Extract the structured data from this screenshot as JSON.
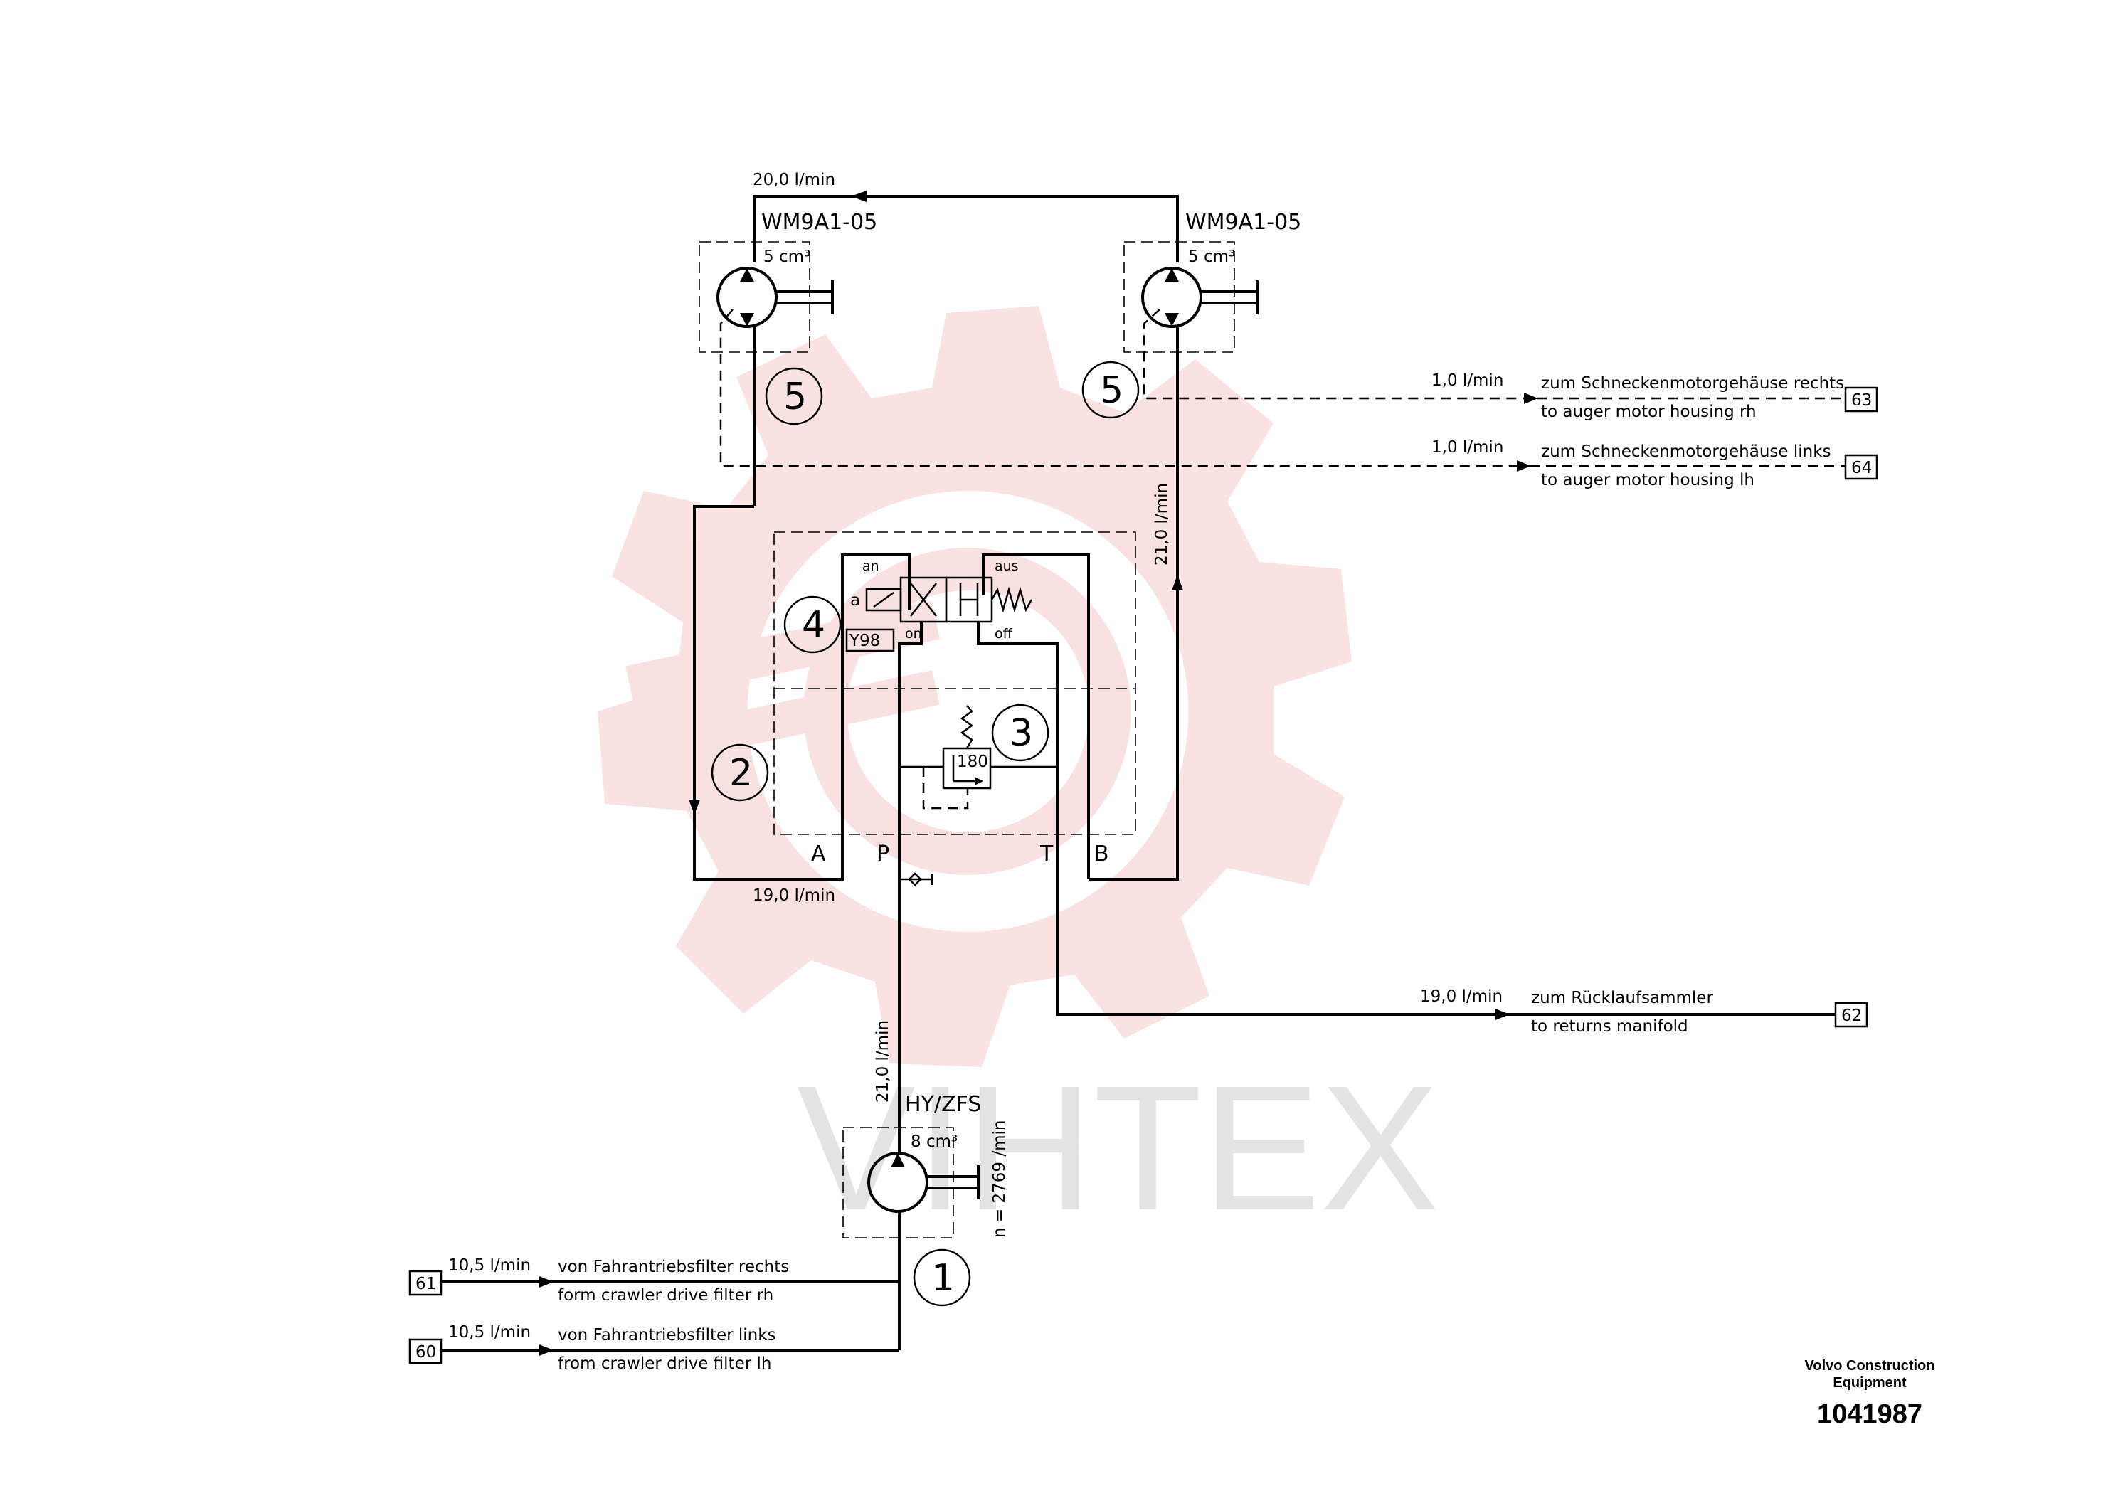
{
  "flows": {
    "top_line": "20,0 l/min",
    "return_a": "19,0 l/min",
    "supply_b": "21,0 l/min",
    "pump_out": "21,0 l/min",
    "leak_rh": "1,0 l/min",
    "leak_lh": "1,0 l/min",
    "return_tank": "19,0 l/min",
    "in_61": "10,5 l/min",
    "in_60": "10,5 l/min"
  },
  "motors": {
    "left": {
      "model": "WM9A1-05",
      "displacement": "5 cm³",
      "item": "5"
    },
    "right": {
      "model": "WM9A1-05",
      "displacement": "5 cm³",
      "item": "5"
    }
  },
  "pump": {
    "model": "HY/ZFS",
    "displacement": "8 cm³",
    "speed": "n = 2769 /min",
    "item": "1"
  },
  "valve": {
    "item": "4",
    "solenoid_tag": "Y98",
    "solenoid_letter": "a",
    "label_an": "an",
    "label_on": "on",
    "label_aus": "aus",
    "label_off": "off"
  },
  "relief": {
    "item": "3",
    "setting": "180"
  },
  "block": {
    "item": "2",
    "ports": [
      "A",
      "P",
      "T",
      "B"
    ]
  },
  "connections": {
    "c63": {
      "ref": "63",
      "de": "zum Schneckenmotorgehäuse rechts",
      "en": "to auger motor housing rh"
    },
    "c64": {
      "ref": "64",
      "de": "zum Schneckenmotorgehäuse links",
      "en": "to auger motor housing lh"
    },
    "c62": {
      "ref": "62",
      "de": "zum Rücklaufsammler",
      "en": "to returns manifold"
    },
    "c61": {
      "ref": "61",
      "de": "von Fahrantriebsfilter rechts",
      "en": "form crawler drive filter rh"
    },
    "c60": {
      "ref": "60",
      "de": "von Fahrantriebsfilter links",
      "en": "from crawler drive filter lh"
    }
  },
  "footer": {
    "company_line1": "Volvo Construction",
    "company_line2": "Equipment",
    "doc_number": "1041987"
  },
  "watermark": {
    "text": "VIHTEX"
  },
  "colors": {
    "line": "#000000",
    "watermark_gear": "#f5c9ca",
    "watermark_text": "#e3e3e3"
  }
}
